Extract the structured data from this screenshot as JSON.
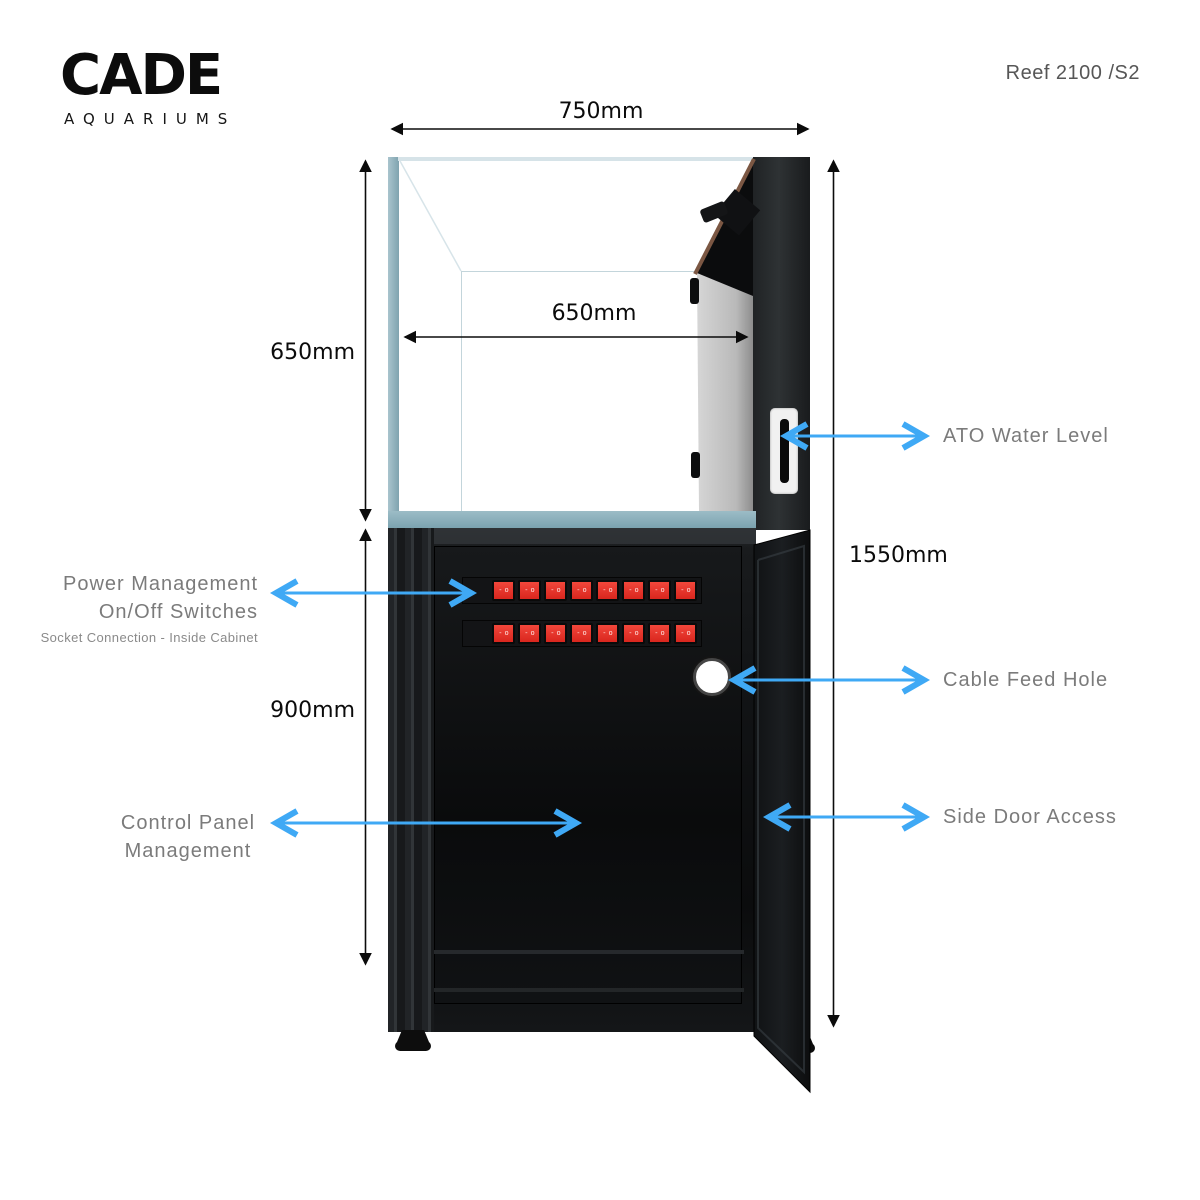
{
  "header": {
    "brand": "CADE",
    "brand_subtitle": "AQUARIUMS",
    "model": "Reef 2100 /S2"
  },
  "dimensions": {
    "top_width": "750mm",
    "inner_width": "650mm",
    "tank_height": "650mm",
    "cabinet_height": "900mm",
    "total_height": "1550mm"
  },
  "callouts": {
    "ato": "ATO Water Level",
    "power_line1": "Power Management",
    "power_line2": "On/Off Switches",
    "power_note": "Socket Connection - Inside Cabinet",
    "cable": "Cable Feed Hole",
    "control_line1": "Control Panel",
    "control_line2": "Management",
    "side_door": "Side Door Access"
  },
  "switches": {
    "rows": 2,
    "per_row": 8,
    "marking_on": "-",
    "marking_off": "o"
  },
  "colors": {
    "accent_blue": "#3fa9f5",
    "label_gray": "#7b7b7b",
    "dimension_black": "#0b0b0b",
    "glass_teal": "#8fafba",
    "switch_red": "#e8342c",
    "cabinet_black": "#101214"
  }
}
